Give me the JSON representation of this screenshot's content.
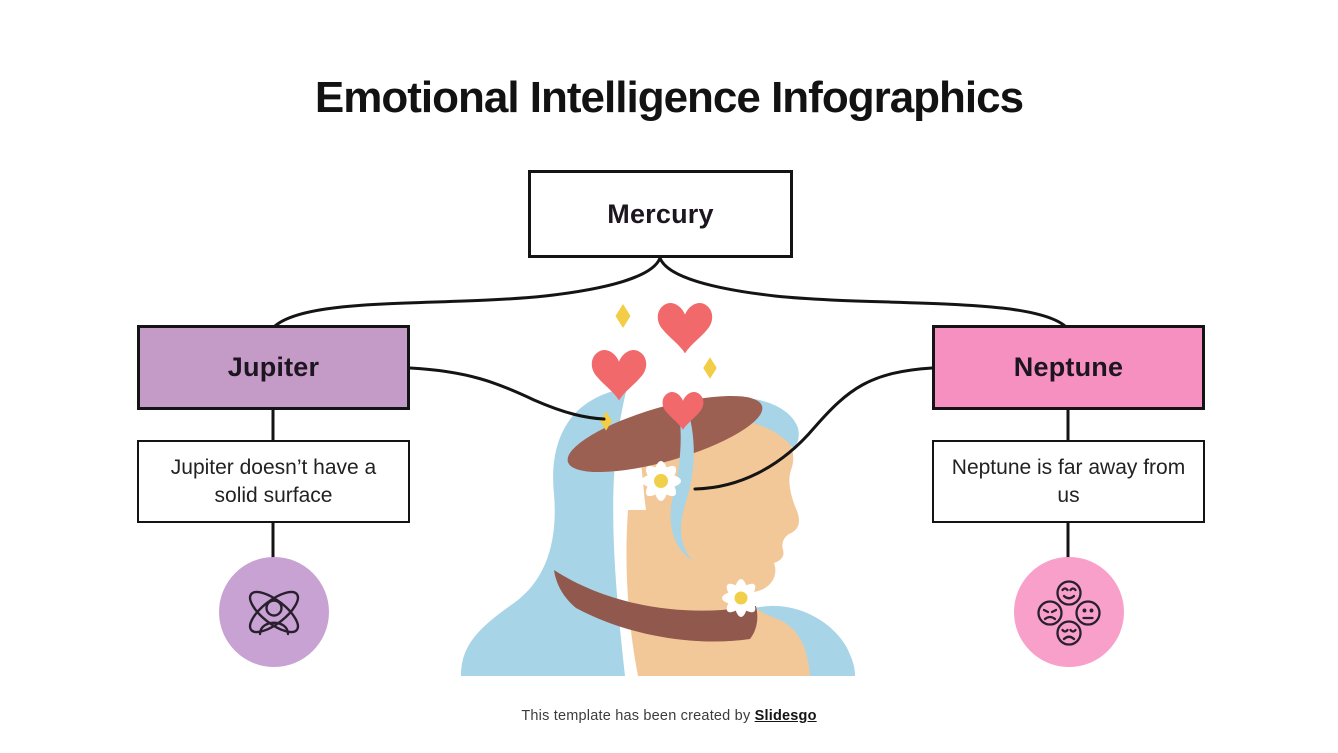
{
  "slide": {
    "title": "Emotional Intelligence Infographics",
    "footer": {
      "text": "This template has been created by ",
      "brand": "Slidesgo"
    }
  },
  "diagram": {
    "root": {
      "label": "Mercury"
    },
    "nodes": [
      {
        "id": "jupiter",
        "label": "Jupiter",
        "description": "Jupiter doesn’t have a solid surface",
        "icon": "person-orbit-icon"
      },
      {
        "id": "neptune",
        "label": "Neptune",
        "description": "Neptune is far away from us",
        "icon": "emotion-faces-icon"
      }
    ]
  },
  "illustration": {
    "name": "woman-open-head-with-hearts",
    "elements": [
      "hearts",
      "sparkle-diamonds",
      "daisy-flowers",
      "choker",
      "open-head"
    ]
  },
  "colors": {
    "line": "#141414",
    "jupiter_box": "#c49bc7",
    "jupiter_circle": "#c9a2d4",
    "neptune_box": "#f590c0",
    "neptune_circle": "#f89fca",
    "heart": "#f2696c",
    "sparkle": "#f2cd45",
    "hair": "#a7d4e6",
    "skin": "#f3c898",
    "head_opening": "#9b6052",
    "choker": "#91594d",
    "daisy_center": "#f0d04a",
    "icon_stroke": "#29202e"
  }
}
